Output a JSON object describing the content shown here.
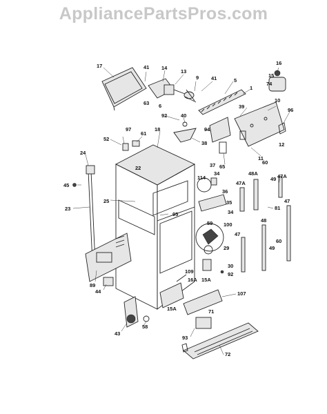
{
  "watermark": "AppliancePartsPros.com",
  "callouts": {
    "c17": "17",
    "c41a": "41",
    "c14": "14",
    "c13": "13",
    "c9": "9",
    "c41b": "41",
    "c5": "5",
    "c16": "16",
    "c15": "15",
    "c74": "74",
    "c63": "63",
    "c6": "6",
    "c1": "1",
    "c10": "10",
    "c96": "96",
    "c92": "92",
    "c40": "40",
    "c39": "39",
    "c94": "94",
    "c12": "12",
    "c52": "52",
    "c97": "97",
    "c18": "18",
    "c61": "61",
    "c38": "38",
    "c65": "65",
    "c11": "11",
    "c60": "60",
    "c24": "24",
    "c22": "22",
    "c37": "37",
    "c47A1": "47A",
    "c45": "45",
    "c34": "34",
    "c48A": "48A",
    "c114": "114",
    "c36": "36",
    "c47A2": "47A",
    "c49a": "49",
    "c25": "25",
    "c35": "35",
    "c23": "23",
    "c95": "95",
    "c34b": "34",
    "c47a": "47",
    "c81": "81",
    "c48": "48",
    "c59": "59",
    "c100": "100",
    "c47b": "47",
    "c60b": "60",
    "c49b": "49",
    "c29": "29",
    "c89": "89",
    "c30": "30",
    "c109": "109",
    "c92b": "92",
    "c16A": "16A",
    "c15A1": "15A",
    "c44": "44",
    "c107": "107",
    "c15A2": "15A",
    "c71": "71",
    "c43": "43",
    "c58": "58",
    "c93": "93",
    "c72": "72"
  }
}
